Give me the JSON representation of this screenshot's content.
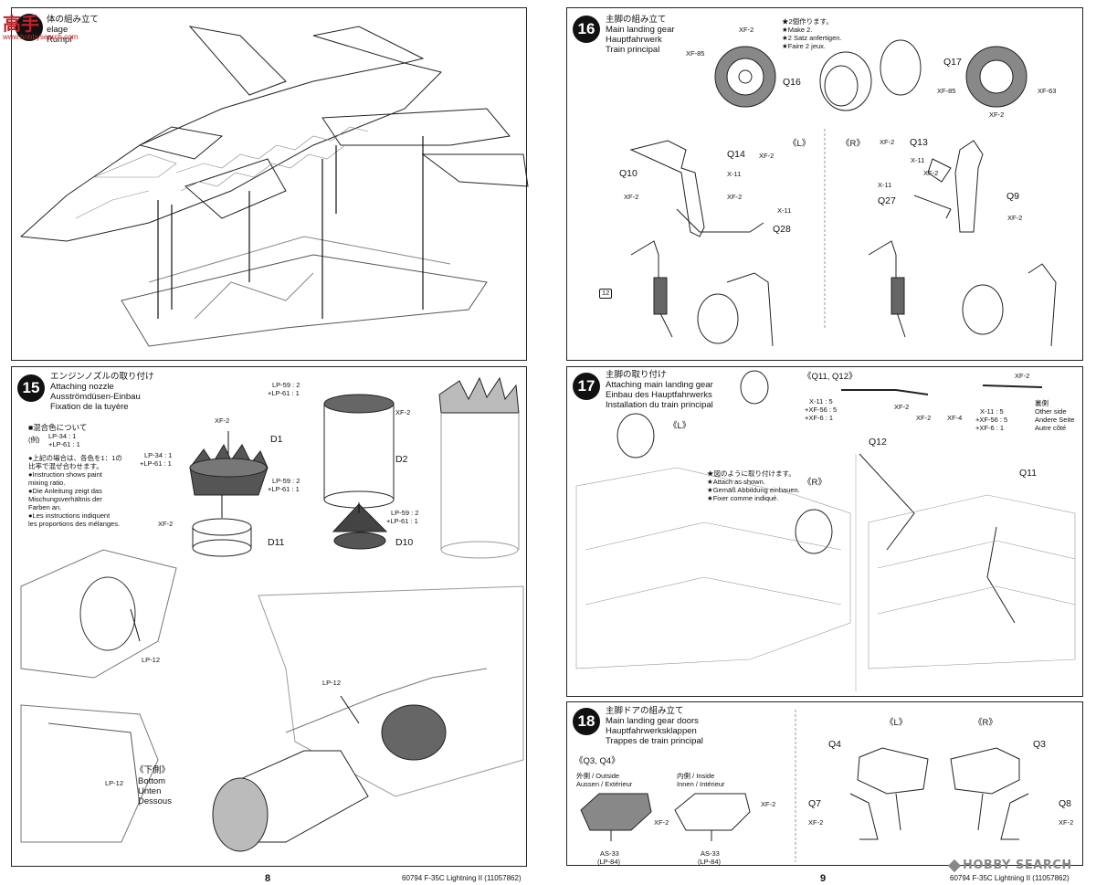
{
  "watermark": {
    "logo_text": "高手",
    "url": "www.hobbysearch.com"
  },
  "step14": {
    "title_jp": "体の組み立て",
    "title_en": "elage",
    "title_de": "Rumpf"
  },
  "step15": {
    "number": "15",
    "title_jp": "エンジンノズルの取り付け",
    "title_en": "Attaching nozzle",
    "title_de": "Ausströmdüsen-Einbau",
    "title_fr": "Fixation de la tuyère",
    "mix_header": "■混合色について",
    "mix_example": "(例)",
    "mix_lp34": "LP-34 : 1",
    "mix_lp61": "+LP-61 : 1",
    "note_jp1": "●上記の場合は、各色を1：1の",
    "note_jp2": "比率で混ぜ合わせます。",
    "note_en1": "●Instruction shows paint",
    "note_en2": "mixing ratio.",
    "note_de1": "●Die Anleitung zeigt das",
    "note_de2": "Mischungsverhältnis der",
    "note_de3": "Farben an.",
    "note_fr1": "●Les instructions indiquent",
    "note_fr2": "les proportions des mélanges.",
    "part_d1": "D1",
    "part_d2": "D2",
    "part_d10": "D10",
    "part_d11": "D11",
    "xf2": "XF-2",
    "lp34_1": "LP-34 : 1",
    "lp61_1": "+LP-61 : 1",
    "lp59_2": "LP-59 : 2",
    "lp61_1b": "+LP-61 : 1",
    "lp12": "LP-12",
    "bottom_jp": "《下側》",
    "bottom_en": "Bottom",
    "bottom_de": "Unten",
    "bottom_fr": "Dessous"
  },
  "step16": {
    "number": "16",
    "title_jp": "主脚の組み立て",
    "title_en": "Main landing gear",
    "title_de": "Hauptfahrwerk",
    "title_fr": "Train principal",
    "make_jp": "★2個作ります。",
    "make_en": "★Make 2.",
    "make_de": "★2 Satz anfertigen.",
    "make_fr": "★Faire 2 jeux.",
    "q16": "Q16",
    "q17": "Q17",
    "q14": "Q14",
    "q10": "Q10",
    "q28": "Q28",
    "q13": "Q13",
    "q27": "Q27",
    "q9": "Q9",
    "xf2": "XF-2",
    "xf85": "XF-85",
    "xf63": "XF-63",
    "x11": "X-11",
    "left": "《L》",
    "right": "《R》",
    "step_ref": "12"
  },
  "step17": {
    "number": "17",
    "title_jp": "主脚の取り付け",
    "title_en": "Attaching main landing gear",
    "title_de": "Einbau des Hauptfahrwerks",
    "title_fr": "Installation du train principal",
    "q_header": "《Q11, Q12》",
    "mix_x11": "X-11 : 5",
    "mix_xf56": "+XF-56 : 5",
    "mix_xf6": "+XF-6 : 1",
    "xf2": "XF-2",
    "xf4": "XF-4",
    "other_jp": "裏側",
    "other_en": "Other side",
    "other_de": "Andere Seite",
    "other_fr": "Autre côté",
    "attach_jp": "★図のように取り付けます。",
    "attach_en": "★Attach as shown.",
    "attach_de": "★Gemäß Abbildung einbauen.",
    "attach_fr": "★Fixer comme indiqué.",
    "left": "《L》",
    "right": "《R》",
    "q11": "Q11",
    "q12": "Q12"
  },
  "step18": {
    "number": "18",
    "title_jp": "主脚ドアの組み立て",
    "title_en": "Main landing gear doors",
    "title_de": "Hauptfahrwerksklappen",
    "title_fr": "Trappes de train principal",
    "q_header": "《Q3, Q4》",
    "outside_jp": "外側 / Outside",
    "outside_de": "Aussen / Extérieur",
    "inside_jp": "内側 / Inside",
    "inside_de": "Innen / Intérieur",
    "as33": "AS-33",
    "lp84": "(LP-84)",
    "xf2": "XF-2",
    "left": "《L》",
    "right": "《R》",
    "q4": "Q4",
    "q3": "Q3",
    "q7": "Q7",
    "q8": "Q8"
  },
  "footer": {
    "page_left": "8",
    "page_right": "9",
    "product": "60794 F-35C Lightning II (11057862)",
    "brand": "HOBBY SEARCH"
  }
}
